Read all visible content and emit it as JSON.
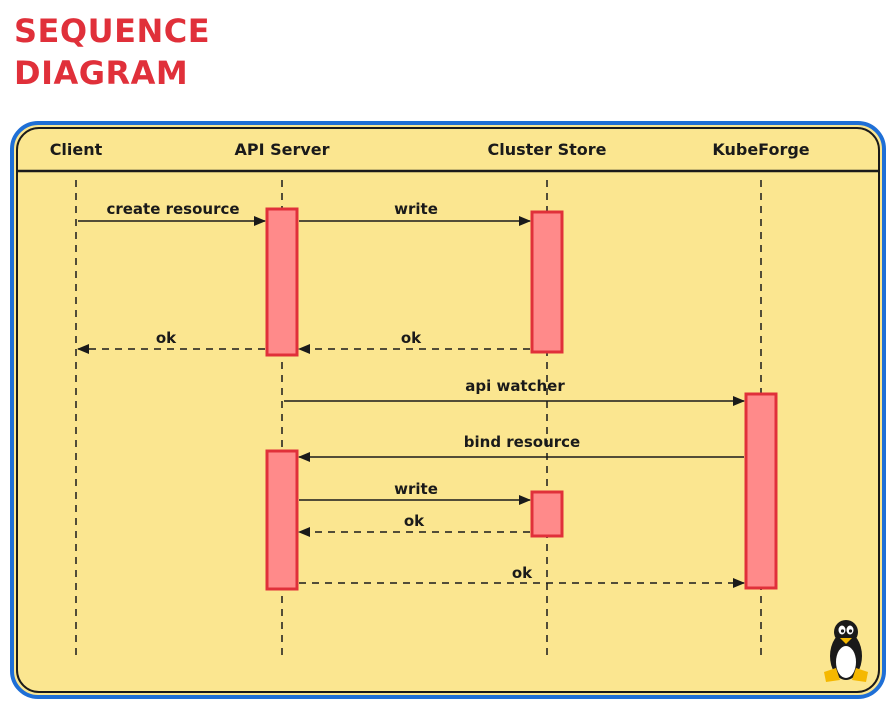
{
  "title": {
    "line1": "SEQUENCE",
    "line2": "DIAGRAM"
  },
  "colors": {
    "frame_border": "#1f6fd6",
    "frame_fill": "#fbe690",
    "activation_fill": "#ff8a8a",
    "activation_stroke": "#e0303a",
    "title": "#e0303a"
  },
  "participants": [
    "Client",
    "API Server",
    "Cluster Store",
    "KubeForge"
  ],
  "messages": [
    {
      "label": "create resource",
      "style": "solid",
      "from": "Client",
      "to": "API Server"
    },
    {
      "label": "write",
      "style": "solid",
      "from": "API Server",
      "to": "Cluster Store"
    },
    {
      "label": "ok",
      "style": "dashed",
      "from": "API Server",
      "to": "Client"
    },
    {
      "label": "ok",
      "style": "dashed",
      "from": "Cluster Store",
      "to": "API Server"
    },
    {
      "label": "api watcher",
      "style": "solid",
      "from": "API Server",
      "to": "KubeForge"
    },
    {
      "label": "bind resource",
      "style": "solid",
      "from": "KubeForge",
      "to": "API Server"
    },
    {
      "label": "write",
      "style": "solid",
      "from": "API Server",
      "to": "Cluster Store"
    },
    {
      "label": "ok",
      "style": "dashed",
      "from": "Cluster Store",
      "to": "API Server"
    },
    {
      "label": "ok",
      "style": "dashed",
      "from": "API Server",
      "to": "KubeForge"
    }
  ],
  "logo": "penguin-icon"
}
